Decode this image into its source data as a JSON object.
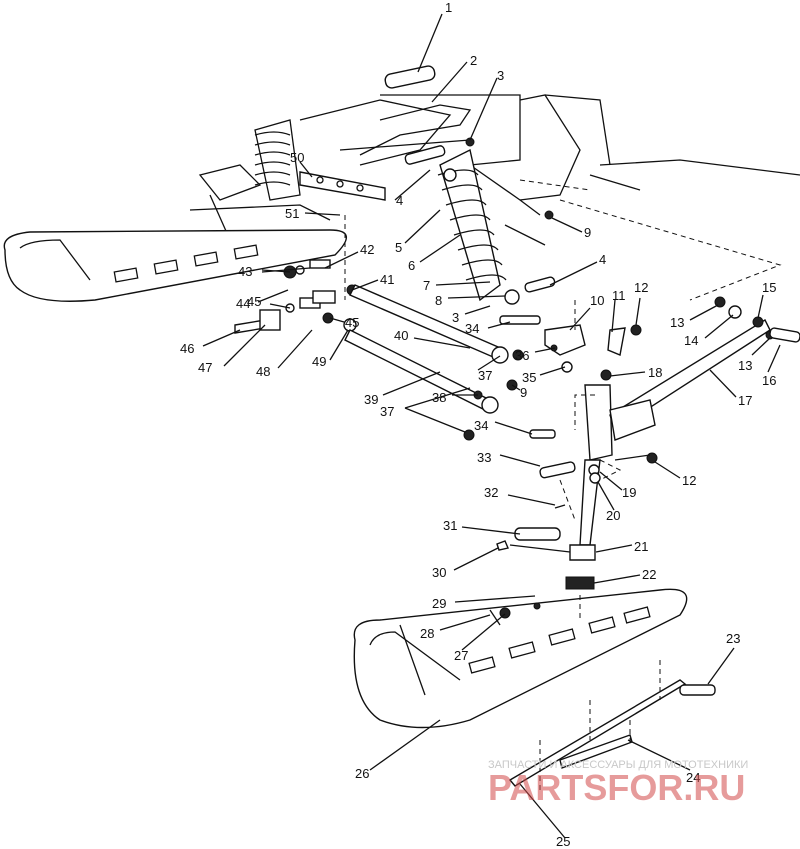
{
  "callouts": [
    "1",
    "2",
    "3",
    "50",
    "4",
    "51",
    "5",
    "6",
    "9",
    "42",
    "43",
    "41",
    "7",
    "4",
    "8",
    "44",
    "45",
    "3",
    "10",
    "11",
    "12",
    "45",
    "46",
    "47",
    "48",
    "49",
    "40",
    "34",
    "36",
    "35",
    "13",
    "14",
    "15",
    "13",
    "16",
    "37",
    "9",
    "38",
    "39",
    "37",
    "18",
    "17",
    "34",
    "33",
    "12",
    "19",
    "32",
    "20",
    "31",
    "21",
    "30",
    "22",
    "29",
    "28",
    "27",
    "23",
    "26",
    "24",
    "25"
  ],
  "watermark": {
    "caption": "ЗАПЧАСТИ И АКСЕССУАРЫ ДЛЯ МОТОТЕХНИКИ",
    "logo": "PARTSFOR.RU"
  }
}
